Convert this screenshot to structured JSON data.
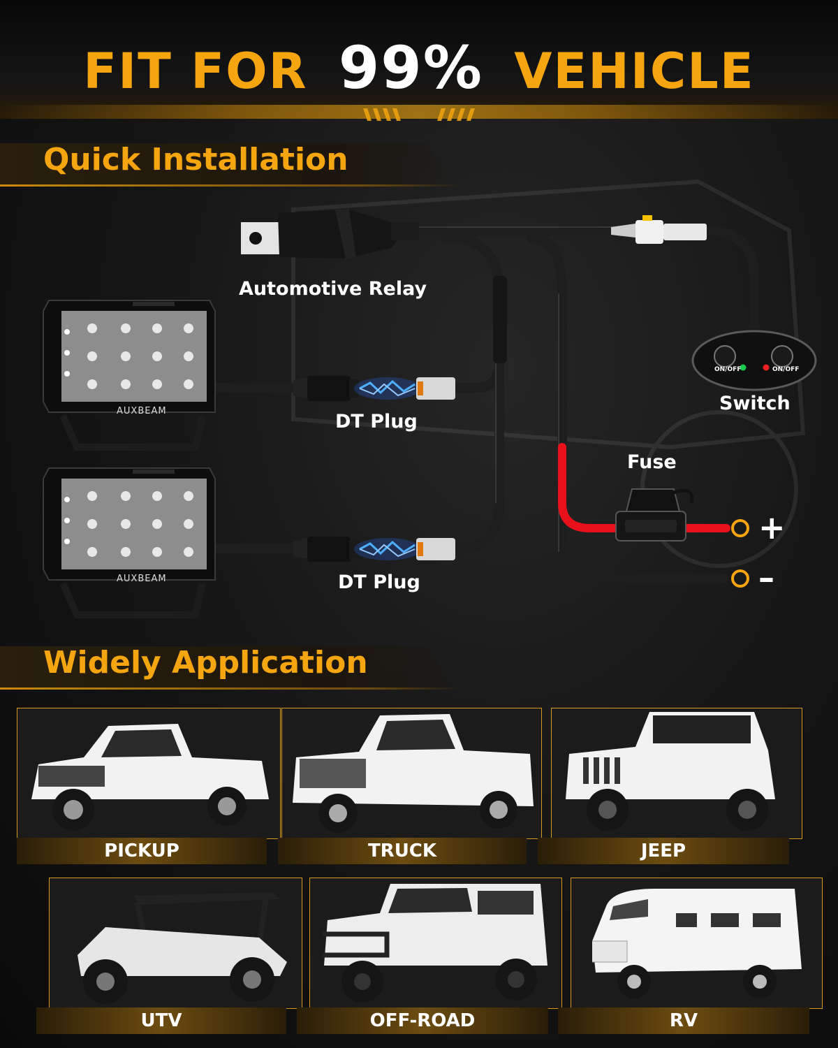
{
  "header": {
    "title_part1": "FIT FOR",
    "title_part2": "99%",
    "title_part3": "VEHICLE"
  },
  "sections": {
    "installation": "Quick Installation",
    "application": "Widely Application"
  },
  "installation": {
    "relay_label": "Automotive Relay",
    "switch_label": "Switch",
    "switch_button_text": "ON/OFF",
    "fuse_label": "Fuse",
    "dt_plug_label": "DT Plug",
    "brand": "AUXBEAM",
    "positive_symbol": "+",
    "negative_symbol": "–"
  },
  "vehicles": [
    {
      "label": "PICKUP",
      "icon": "pickup-truck-icon"
    },
    {
      "label": "TRUCK",
      "icon": "heavy-truck-icon"
    },
    {
      "label": "JEEP",
      "icon": "jeep-icon"
    },
    {
      "label": "UTV",
      "icon": "utv-icon"
    },
    {
      "label": "OFF-ROAD",
      "icon": "suv-icon"
    },
    {
      "label": "RV",
      "icon": "rv-icon"
    }
  ],
  "colors": {
    "accent": "#f5a50f",
    "wire": "#222222",
    "positive_wire": "#e8101a"
  }
}
